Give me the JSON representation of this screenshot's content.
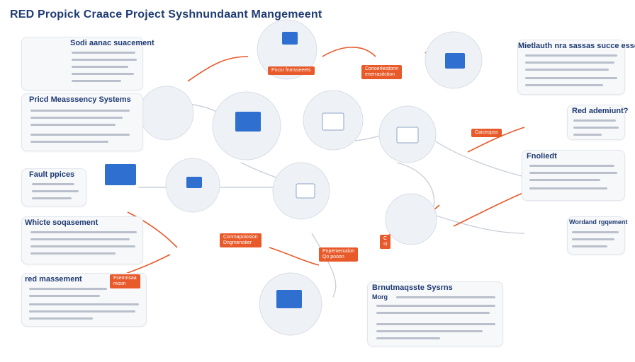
{
  "title": "RED Propick Craace Project Syshnundaant Mangemeent",
  "sections": {
    "s1": {
      "title": "Sodi aanac suacement"
    },
    "s2": {
      "title": "Pricd Measssency Systems"
    },
    "s3": {
      "title": "Fault ppices"
    },
    "s4": {
      "title": "Whicte soqasement"
    },
    "s5": {
      "title": "red massement"
    },
    "s6": {
      "title": "Mietlauth nra sassas succe essemnet"
    },
    "s7": {
      "title": "Red ademiunt?"
    },
    "s8": {
      "title": "Fnoliedt"
    },
    "s9": {
      "title": "Wordand rgqement"
    },
    "s10": {
      "title": "Brnutmaqsste Sysrns",
      "subtitle": "Morg"
    }
  },
  "tags": {
    "t1": "Pncsr fnmsseeets",
    "t2": "Conoerlestionn\nenerrasitction",
    "t3": "Conmapoiosion\nDngmenotier",
    "t4": "Pnpemenution\nQo pooon",
    "t5": "Caiceopss",
    "t6": "C\nst",
    "t7": "Fsemnsaa\nmoon"
  },
  "colors": {
    "accent": "#e85a2a",
    "navy": "#1f3b73",
    "line": "#b9c0cc"
  }
}
